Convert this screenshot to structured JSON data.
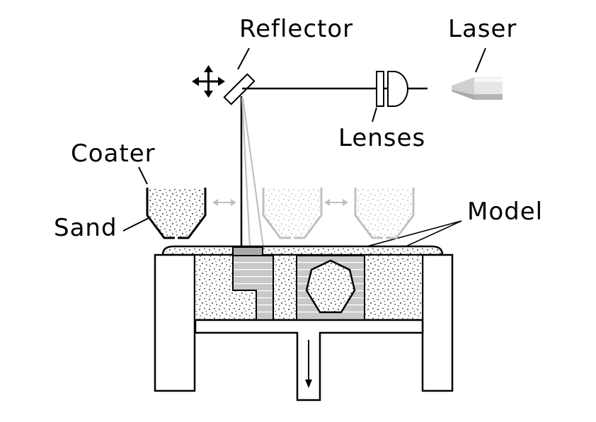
{
  "labels": {
    "reflector": "Reflector",
    "laser": "Laser",
    "lenses": "Lenses",
    "coater": "Coater",
    "sand": "Sand",
    "model": "Model"
  },
  "colors": {
    "line": "#000000",
    "beam_light": "#bbbbbb",
    "model_fill": "#c8c8c8",
    "hatch": "#ffffff",
    "ghost": "#c0c0c0",
    "sand_dot": "#000000"
  },
  "icons": {
    "move": "four-way-arrow-icon",
    "laser": "laser-nozzle-icon"
  }
}
